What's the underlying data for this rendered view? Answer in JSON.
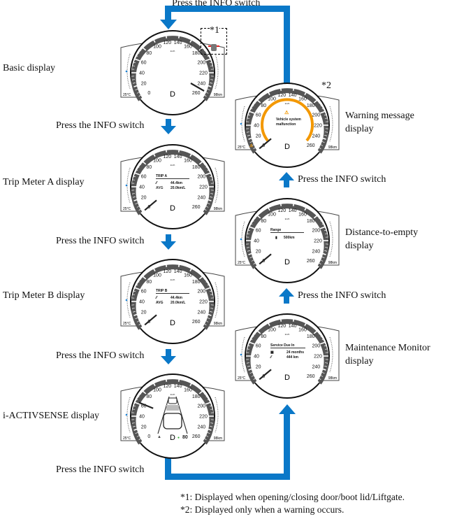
{
  "flow_label": "Press the INFO switch",
  "displays": {
    "basic": "Basic display",
    "trip_a": "Trip Meter A display",
    "trip_b": "Trip Meter B display",
    "activsense": "i-ACTIVSENSE display",
    "warning_l1": "Warning message",
    "warning_l2": "display",
    "dte_l1": "Distance-to-empty",
    "dte_l2": "display",
    "maint_l1": "Maintenance Monitor",
    "maint_l2": "display"
  },
  "marks": {
    "m1": "*1",
    "m2": "*2"
  },
  "footnotes": [
    "*1: Displayed when opening/closing door/boot lid/Liftgate.",
    "*2: Displayed only when a warning occurs."
  ],
  "gauge": {
    "dial_labels": [
      "0",
      "20",
      "40",
      "60",
      "80",
      "100",
      "120",
      "140",
      "160",
      "180",
      "200",
      "220",
      "240",
      "260"
    ],
    "unit": "km/h",
    "gear": "D",
    "temp": "25°C",
    "range_small": "98km"
  },
  "trip_a": {
    "title": "TRIP A",
    "dist": "44.4km",
    "avg_label": "AVG",
    "avg": "20.0km/L"
  },
  "trip_b": {
    "title": "TRIP B",
    "dist": "44.4km",
    "avg_label": "AVG",
    "avg": "20.0km/L"
  },
  "activ": {
    "speed": "80"
  },
  "warning": {
    "line1": "Vehicle system",
    "line2": "malfunction"
  },
  "dte": {
    "title": "Range",
    "value": "500km"
  },
  "maint": {
    "title": "Service Due In",
    "months": "24 months",
    "km": "444 km"
  },
  "colors": {
    "arrow": "#0a78c8",
    "warning": "#f39800"
  }
}
